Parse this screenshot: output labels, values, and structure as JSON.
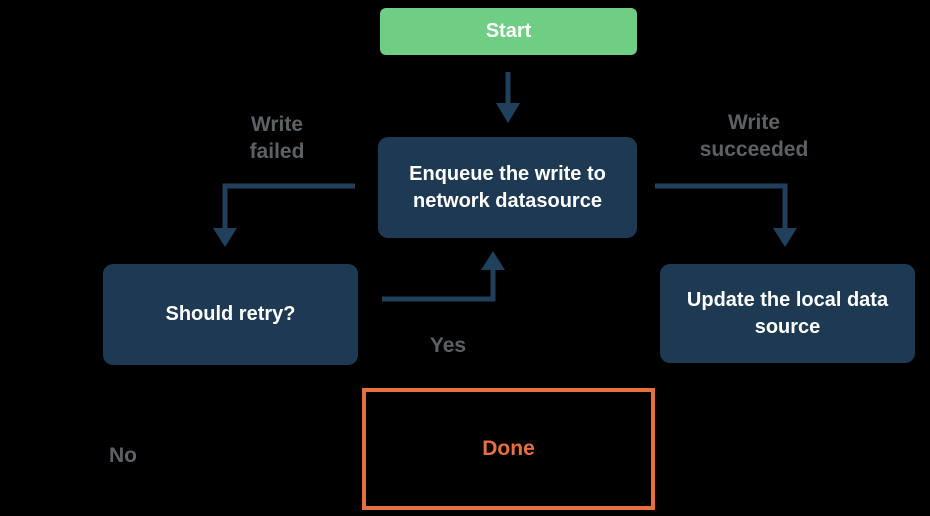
{
  "diagram": {
    "nodes": {
      "start": {
        "label": "Start"
      },
      "enqueue": {
        "label": "Enqueue the write to network datasource"
      },
      "should_retry": {
        "label": "Should retry?"
      },
      "update_local": {
        "label": "Update the local data source"
      },
      "done": {
        "label": "Done"
      }
    },
    "edges": {
      "write_failed": {
        "label": "Write failed"
      },
      "write_succeeded": {
        "label": "Write succeeded"
      },
      "yes": {
        "label": "Yes"
      },
      "no": {
        "label": "No"
      }
    }
  },
  "colors": {
    "background": "#000000",
    "start-green": "#6fce83",
    "node-navy": "#1d3a52",
    "connector": "#20405b",
    "label-gray": "#5c6165",
    "done-orange": "#e7713e",
    "node-text": "#ffffff"
  }
}
